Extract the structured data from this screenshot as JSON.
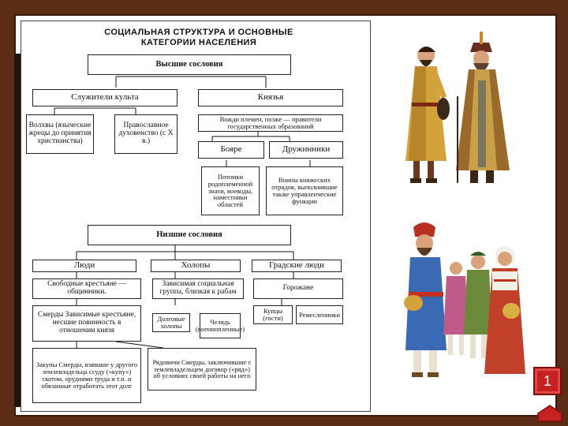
{
  "diagram": {
    "title_line1": "СОЦИАЛЬНАЯ СТРУКТУРА И ОСНОВНЫЕ",
    "title_line2": "КАТЕГОРИИ НАСЕЛЕНИЯ",
    "upper": {
      "header": "Высшие сословия",
      "clergy": "Служители культа",
      "princes": "Князья",
      "volkhvy": "Волхвы (языческие жрецы до принятия христианства)",
      "orthodox": "Православное духовенство (с X в.)",
      "princes_desc": "Вожди племен, позже — правители государственных образований",
      "boyars": "Бояре",
      "druzhinniki": "Дружинники",
      "boyars_desc": "Потомки родоплеменной знати, воеводы, наместники областей",
      "druzhinniki_desc": "Воины княжеских отрядов, выполнившие также управленческие функции"
    },
    "lower": {
      "header": "Низшие сословия",
      "lyudi": "Люди",
      "kholopy": "Холопы",
      "gradskie": "Градские люди",
      "free_peasants": "Свободные крестьяне — общинники.",
      "dependent_group": "Зависимая социальная группа, близкая к рабам",
      "townspeople": "Горожане",
      "smerdy": "Смерды Зависимые крестьяне, несшие повинность в отношении князя",
      "debt_kholopy": "Долговые холопы",
      "chelyad": "Челядь (военнопленные)",
      "kuptsy": "Купцы (гости)",
      "remeslenniki": "Ремесленники",
      "zakupy": "Закупы Смерды, взявшие у другого землевладельца ссуду («купу») скотом, орудиями труда и т.п. и обязанные отработать этот долг",
      "ryadovichi": "Рядовичи Смерды, заключившие с землевладельцем договор («ряд») об условиях своей работы на него"
    }
  },
  "nav": {
    "slide_number": "1"
  },
  "colors": {
    "background": "#5a2d14",
    "badge": "#c62020"
  }
}
